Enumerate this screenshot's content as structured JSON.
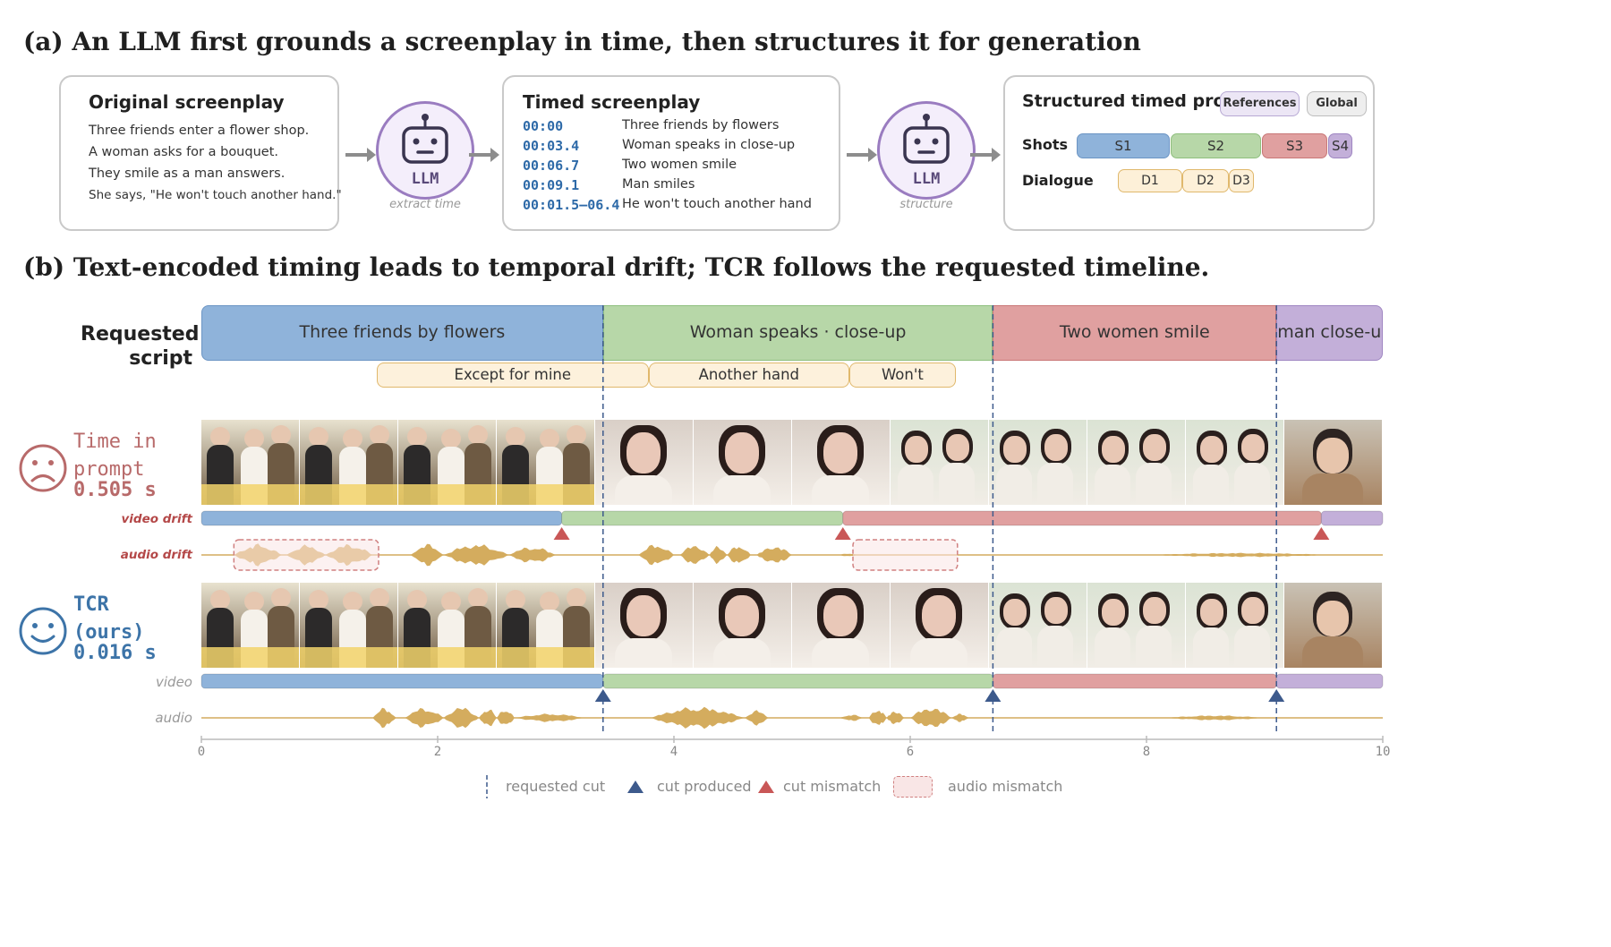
{
  "panel_a": {
    "title": "(a) An LLM first grounds a screenplay in time, then structures it for generation",
    "original": {
      "title": "Original screenplay",
      "lines": [
        "Three friends enter a flower shop.",
        "A woman asks for a bouquet.",
        "They smile as a man answers.",
        "She says, \"He won't touch another hand.\""
      ]
    },
    "llm_label": "LLM",
    "llm1_caption": "extract time",
    "llm2_caption": "structure",
    "timed": {
      "title": "Timed screenplay",
      "rows": [
        {
          "time": "00:00",
          "desc": "Three friends by flowers"
        },
        {
          "time": "00:03.4",
          "desc": "Woman speaks in close-up"
        },
        {
          "time": "00:06.7",
          "desc": "Two women smile"
        },
        {
          "time": "00:09.1",
          "desc": "Man smiles"
        },
        {
          "time": "00:01.5–06.4",
          "desc": "He won't touch another hand"
        }
      ]
    },
    "structured": {
      "title": "Structured timed prompt",
      "buttons": [
        "References",
        "Global"
      ],
      "shots_label": "Shots",
      "dialogue_label": "Dialogue",
      "shots": [
        "S1",
        "S2",
        "S3",
        "S4"
      ],
      "dialogue": [
        "D1",
        "D2",
        "D3"
      ]
    }
  },
  "panel_b": {
    "title": "(b) Text-encoded timing leads to temporal drift; TCR follows the requested timeline.",
    "requested_label": "Requested script",
    "requested_shots": [
      {
        "label": "Three friends by flowers",
        "start": 0,
        "end": 3.4,
        "color": "s1"
      },
      {
        "label": "Woman speaks · close-up",
        "start": 3.4,
        "end": 6.7,
        "color": "s2"
      },
      {
        "label": "Two women smile",
        "start": 6.7,
        "end": 9.1,
        "color": "s3"
      },
      {
        "label": "man close-up",
        "start": 9.1,
        "end": 10,
        "color": "s4"
      }
    ],
    "requested_dialogue": [
      {
        "label": "Except for mine",
        "start": 1.5,
        "end": 3.8
      },
      {
        "label": "Another hand",
        "start": 3.8,
        "end": 5.5
      },
      {
        "label": "Won't",
        "start": 5.5,
        "end": 6.4
      }
    ],
    "baseline": {
      "name": "Time in prompt",
      "error": "0.505 s",
      "video_label": "video drift",
      "audio_label": "audio drift",
      "video_segments": [
        {
          "start": 0,
          "end": 3.05,
          "color": "s1"
        },
        {
          "start": 3.05,
          "end": 5.43,
          "color": "s2"
        },
        {
          "start": 5.43,
          "end": 9.48,
          "color": "s3"
        },
        {
          "start": 9.48,
          "end": 10,
          "color": "s4"
        }
      ],
      "cut_markers": [
        3.05,
        5.43,
        9.48
      ],
      "audio_mismatch": [
        [
          0.26,
          1.5
        ],
        [
          5.5,
          6.4
        ]
      ]
    },
    "ours": {
      "name": "TCR (ours)",
      "error": "0.016 s",
      "video_label": "video",
      "audio_label": "audio",
      "video_segments": [
        {
          "start": 0,
          "end": 3.4,
          "color": "s1"
        },
        {
          "start": 3.4,
          "end": 6.7,
          "color": "s2"
        },
        {
          "start": 6.7,
          "end": 9.1,
          "color": "s3"
        },
        {
          "start": 9.1,
          "end": 10,
          "color": "s4"
        }
      ],
      "cut_markers": [
        3.4,
        6.7,
        9.1
      ]
    },
    "axis": {
      "min": 0,
      "max": 10,
      "ticks": [
        0,
        2,
        4,
        6,
        8,
        10
      ]
    },
    "legend": [
      "requested cut",
      "cut produced",
      "cut mismatch",
      "audio mismatch"
    ],
    "colors": {
      "s1": "#8fb3da",
      "s2": "#b7d7a8",
      "s3": "#e0a0a0",
      "s4": "#c3afd9",
      "audio": "#d4ac5e",
      "cut_ok": "#3d5a8c",
      "cut_bad": "#c95757",
      "baseline_text": "#b86a6a",
      "ours_text": "#3d74a8"
    }
  }
}
